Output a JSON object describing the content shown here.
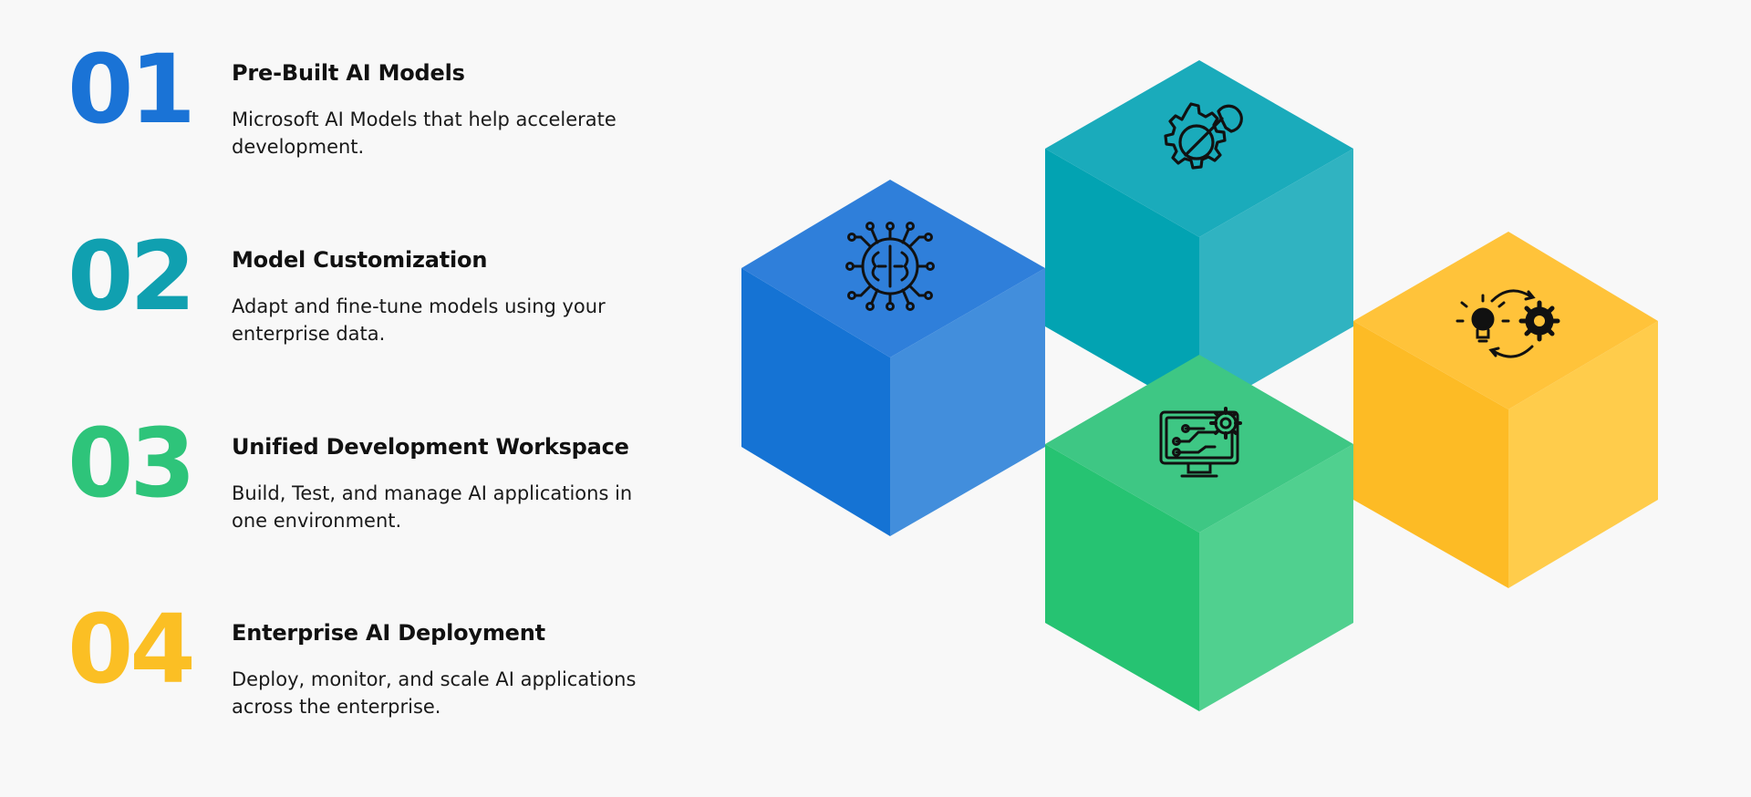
{
  "colors": {
    "blue": "#1a73d6",
    "teal": "#10a0b0",
    "green": "#2ec47a",
    "yellow": "#fbbf24"
  },
  "steps": [
    {
      "number": "01",
      "title": "Pre-Built AI Models",
      "description": "Microsoft AI Models that help accelerate development.",
      "color": "#1a73d6",
      "icon": "brain-circuit-icon"
    },
    {
      "number": "02",
      "title": "Model Customization",
      "description": "Adapt and fine-tune models using your enterprise data.",
      "color": "#10a0b0",
      "icon": "gear-wrench-icon"
    },
    {
      "number": "03",
      "title": "Unified Development Workspace",
      "description": "Build, Test, and manage AI applications in one environment.",
      "color": "#2ec47a",
      "icon": "monitor-circuit-gear-icon"
    },
    {
      "number": "04",
      "title": "Enterprise AI Deployment",
      "description": "Deploy, monitor, and scale AI applications across the enterprise.",
      "color": "#fbbf24",
      "icon": "idea-cycle-gear-icon"
    }
  ]
}
